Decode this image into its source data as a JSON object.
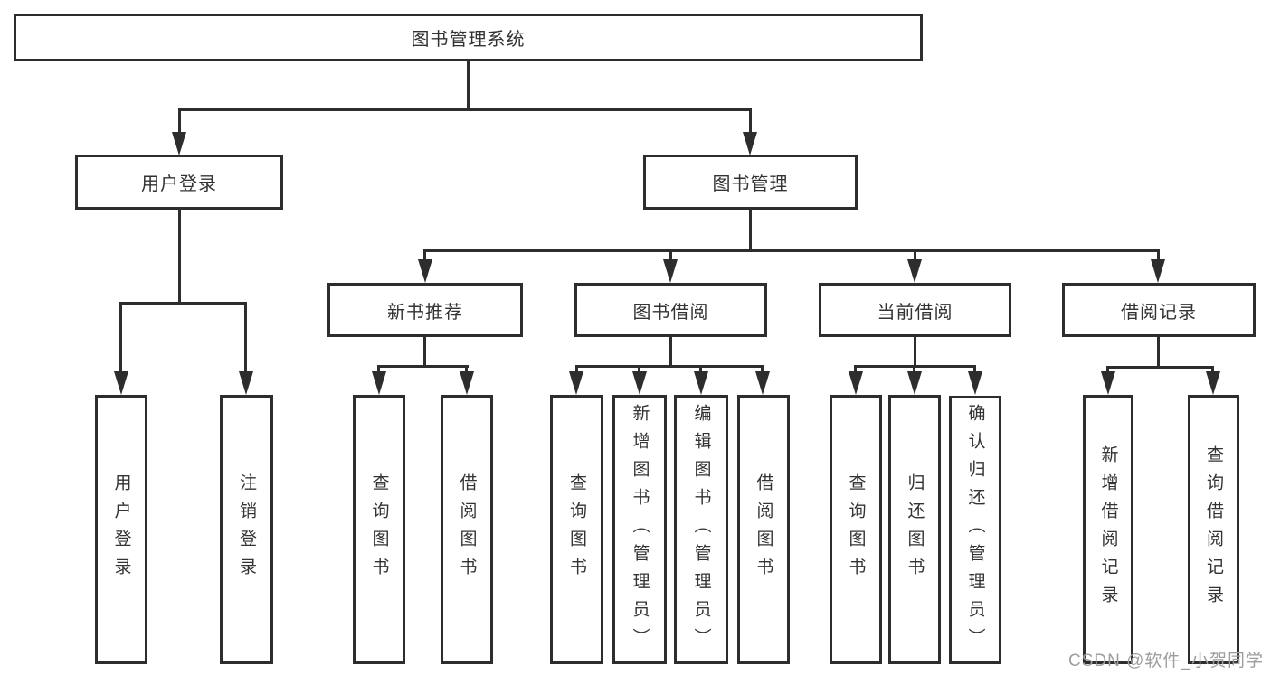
{
  "diagram": {
    "root": {
      "label": "图书管理系统"
    },
    "level2": [
      {
        "label": "用户登录"
      },
      {
        "label": "图书管理"
      }
    ],
    "level3": [
      {
        "label": "新书推荐"
      },
      {
        "label": "图书借阅"
      },
      {
        "label": "当前借阅"
      },
      {
        "label": "借阅记录"
      }
    ],
    "leaves_login": [
      {
        "label": "用户登录"
      },
      {
        "label": "注销登录"
      }
    ],
    "leaves_recommend": [
      {
        "label": "查询图书"
      },
      {
        "label": "借阅图书"
      }
    ],
    "leaves_borrow": [
      {
        "label": "查询图书"
      },
      {
        "label": "新增图书（管理员）"
      },
      {
        "label": "编辑图书（管理员）"
      },
      {
        "label": "借阅图书"
      }
    ],
    "leaves_current": [
      {
        "label": "查询图书"
      },
      {
        "label": "归还图书"
      },
      {
        "label": "确认归还（管理员）"
      }
    ],
    "leaves_records": [
      {
        "label": "新增借阅记录"
      },
      {
        "label": "查询借阅记录"
      }
    ]
  },
  "watermark": {
    "text": "CSDN @软件_小贺同学"
  },
  "colors": {
    "line": "#2d2d2d",
    "box_border": "#2d2d2d",
    "text": "#333333",
    "watermark": "#9e9e9e",
    "background": "#ffffff"
  }
}
